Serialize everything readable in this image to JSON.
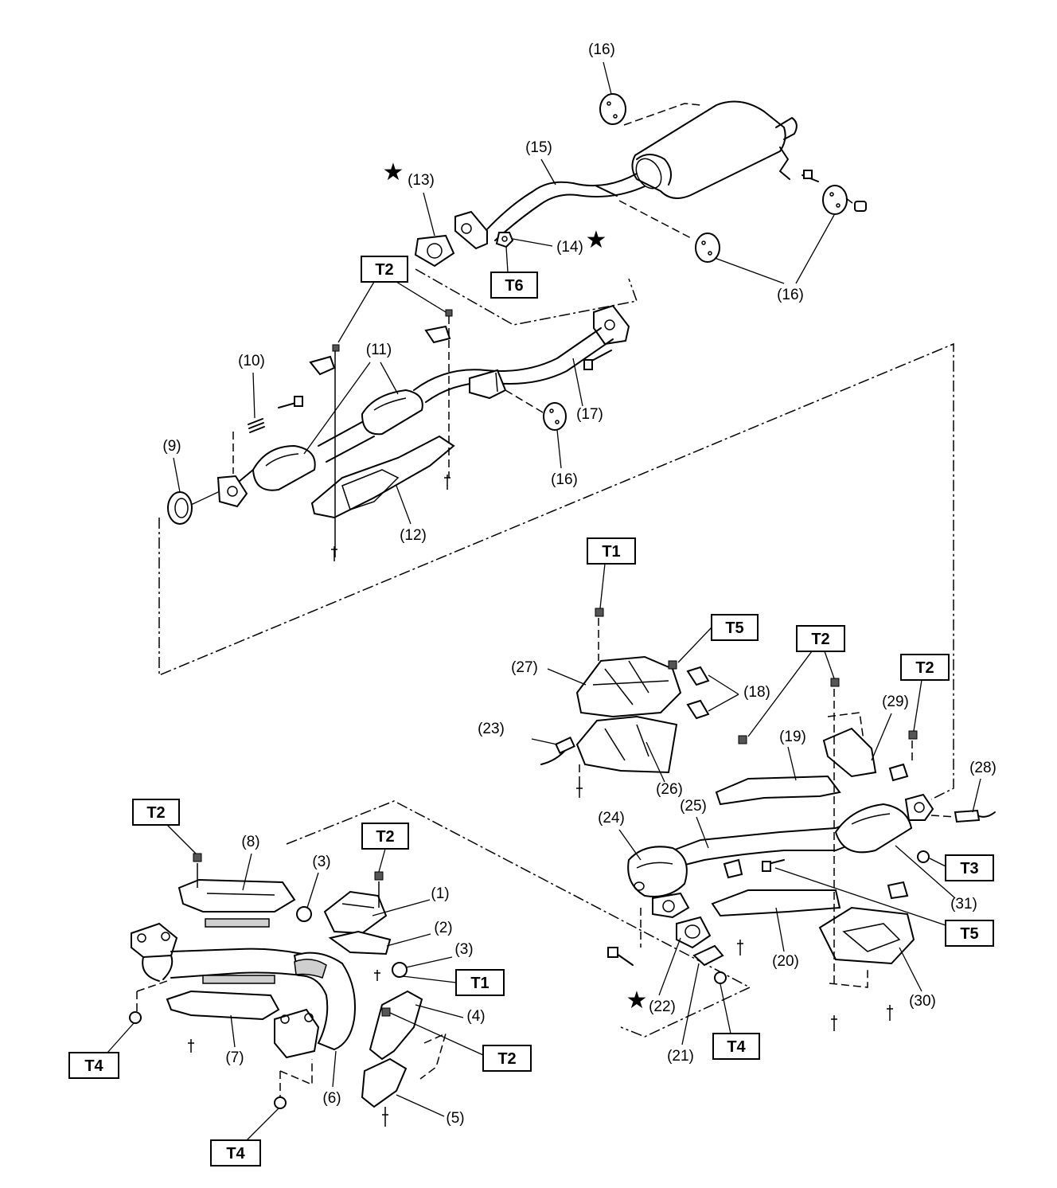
{
  "diagram": {
    "part_labels": {
      "p1": "(1)",
      "p2": "(2)",
      "p3a": "(3)",
      "p3b": "(3)",
      "p4": "(4)",
      "p5": "(5)",
      "p6": "(6)",
      "p7": "(7)",
      "p8": "(8)",
      "p9": "(9)",
      "p10": "(10)",
      "p11": "(11)",
      "p12": "(12)",
      "p13": "(13)",
      "p14": "(14)",
      "p15": "(15)",
      "p16a": "(16)",
      "p16b": "(16)",
      "p16c": "(16)",
      "p17": "(17)",
      "p18": "(18)",
      "p19": "(19)",
      "p20": "(20)",
      "p21": "(21)",
      "p22": "(22)",
      "p23": "(23)",
      "p24": "(24)",
      "p25": "(25)",
      "p26": "(26)",
      "p27": "(27)",
      "p28": "(28)",
      "p29": "(29)",
      "p30": "(30)",
      "p31": "(31)"
    },
    "torque_labels": {
      "t2_top": "T2",
      "t6": "T6",
      "t1_mid": "T1",
      "t5_mid": "T5",
      "t2_mid": "T2",
      "t2_right": "T2",
      "t3": "T3",
      "t5_right": "T5",
      "t4_mid": "T4",
      "t2_left_a": "T2",
      "t2_left_b": "T2",
      "t1_left": "T1",
      "t2_left_c": "T2",
      "t4_left_a": "T4",
      "t4_left_b": "T4"
    },
    "marker_symbols": {
      "star_13": "★",
      "star_14": "★",
      "star_22": "★"
    }
  }
}
